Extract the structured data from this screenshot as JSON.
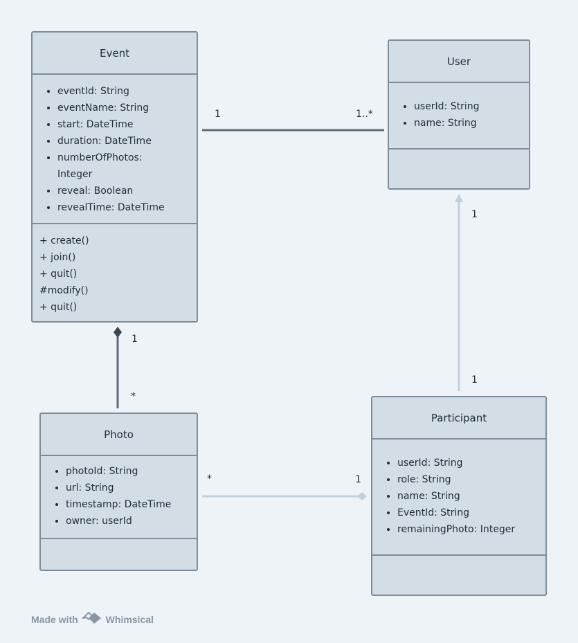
{
  "classes": {
    "event": {
      "name": "Event",
      "attributes": [
        "eventId: String",
        "eventName: String",
        "start: DateTime",
        "duration: DateTime",
        "numberOfPhotos:\nInteger",
        "reveal: Boolean",
        "revealTime: DateTime"
      ],
      "methods": [
        "+ create()",
        "+ join()",
        "+ quit()",
        "#modify()",
        "+ quit()"
      ]
    },
    "user": {
      "name": "User",
      "attributes": [
        "userId: String",
        "name: String"
      ]
    },
    "photo": {
      "name": "Photo",
      "attributes": [
        "photoId: String",
        "url: String",
        "timestamp: DateTime",
        "owner: userId"
      ]
    },
    "participant": {
      "name": "Participant",
      "attributes": [
        "userId: String",
        "role: String",
        "name: String",
        "EventId: String",
        "remainingPhoto: Integer"
      ]
    }
  },
  "relations": {
    "event_user": {
      "source_mult": "1",
      "target_mult": "1..*"
    },
    "event_photo": {
      "source_mult": "1",
      "target_mult": "*"
    },
    "participant_user": {
      "source_mult": "1",
      "target_mult": "1"
    },
    "photo_participant": {
      "source_mult": "*",
      "target_mult": "1"
    }
  },
  "colors": {
    "box_fill": "#d3dde5",
    "box_border": "#7f8c98",
    "dark_line": "#5d6b78",
    "light_line": "#c2d0db",
    "background": "#eef3f7"
  },
  "footer": {
    "prefix": "Made with",
    "brand": "Whimsical"
  }
}
